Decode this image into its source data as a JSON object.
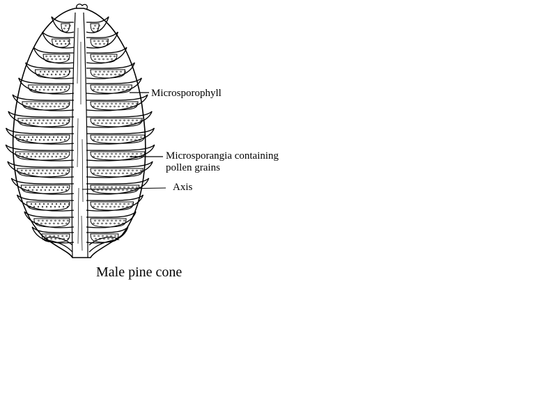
{
  "diagram": {
    "labels": {
      "microsporophyll": "Microsporophyll",
      "microsporangia_line1": "Microsporangia containing",
      "microsporangia_line2": "pollen grains",
      "axis": "Axis"
    },
    "caption": "Male pine cone",
    "colors": {
      "ink": "#000000",
      "paper": "#ffffff"
    }
  }
}
